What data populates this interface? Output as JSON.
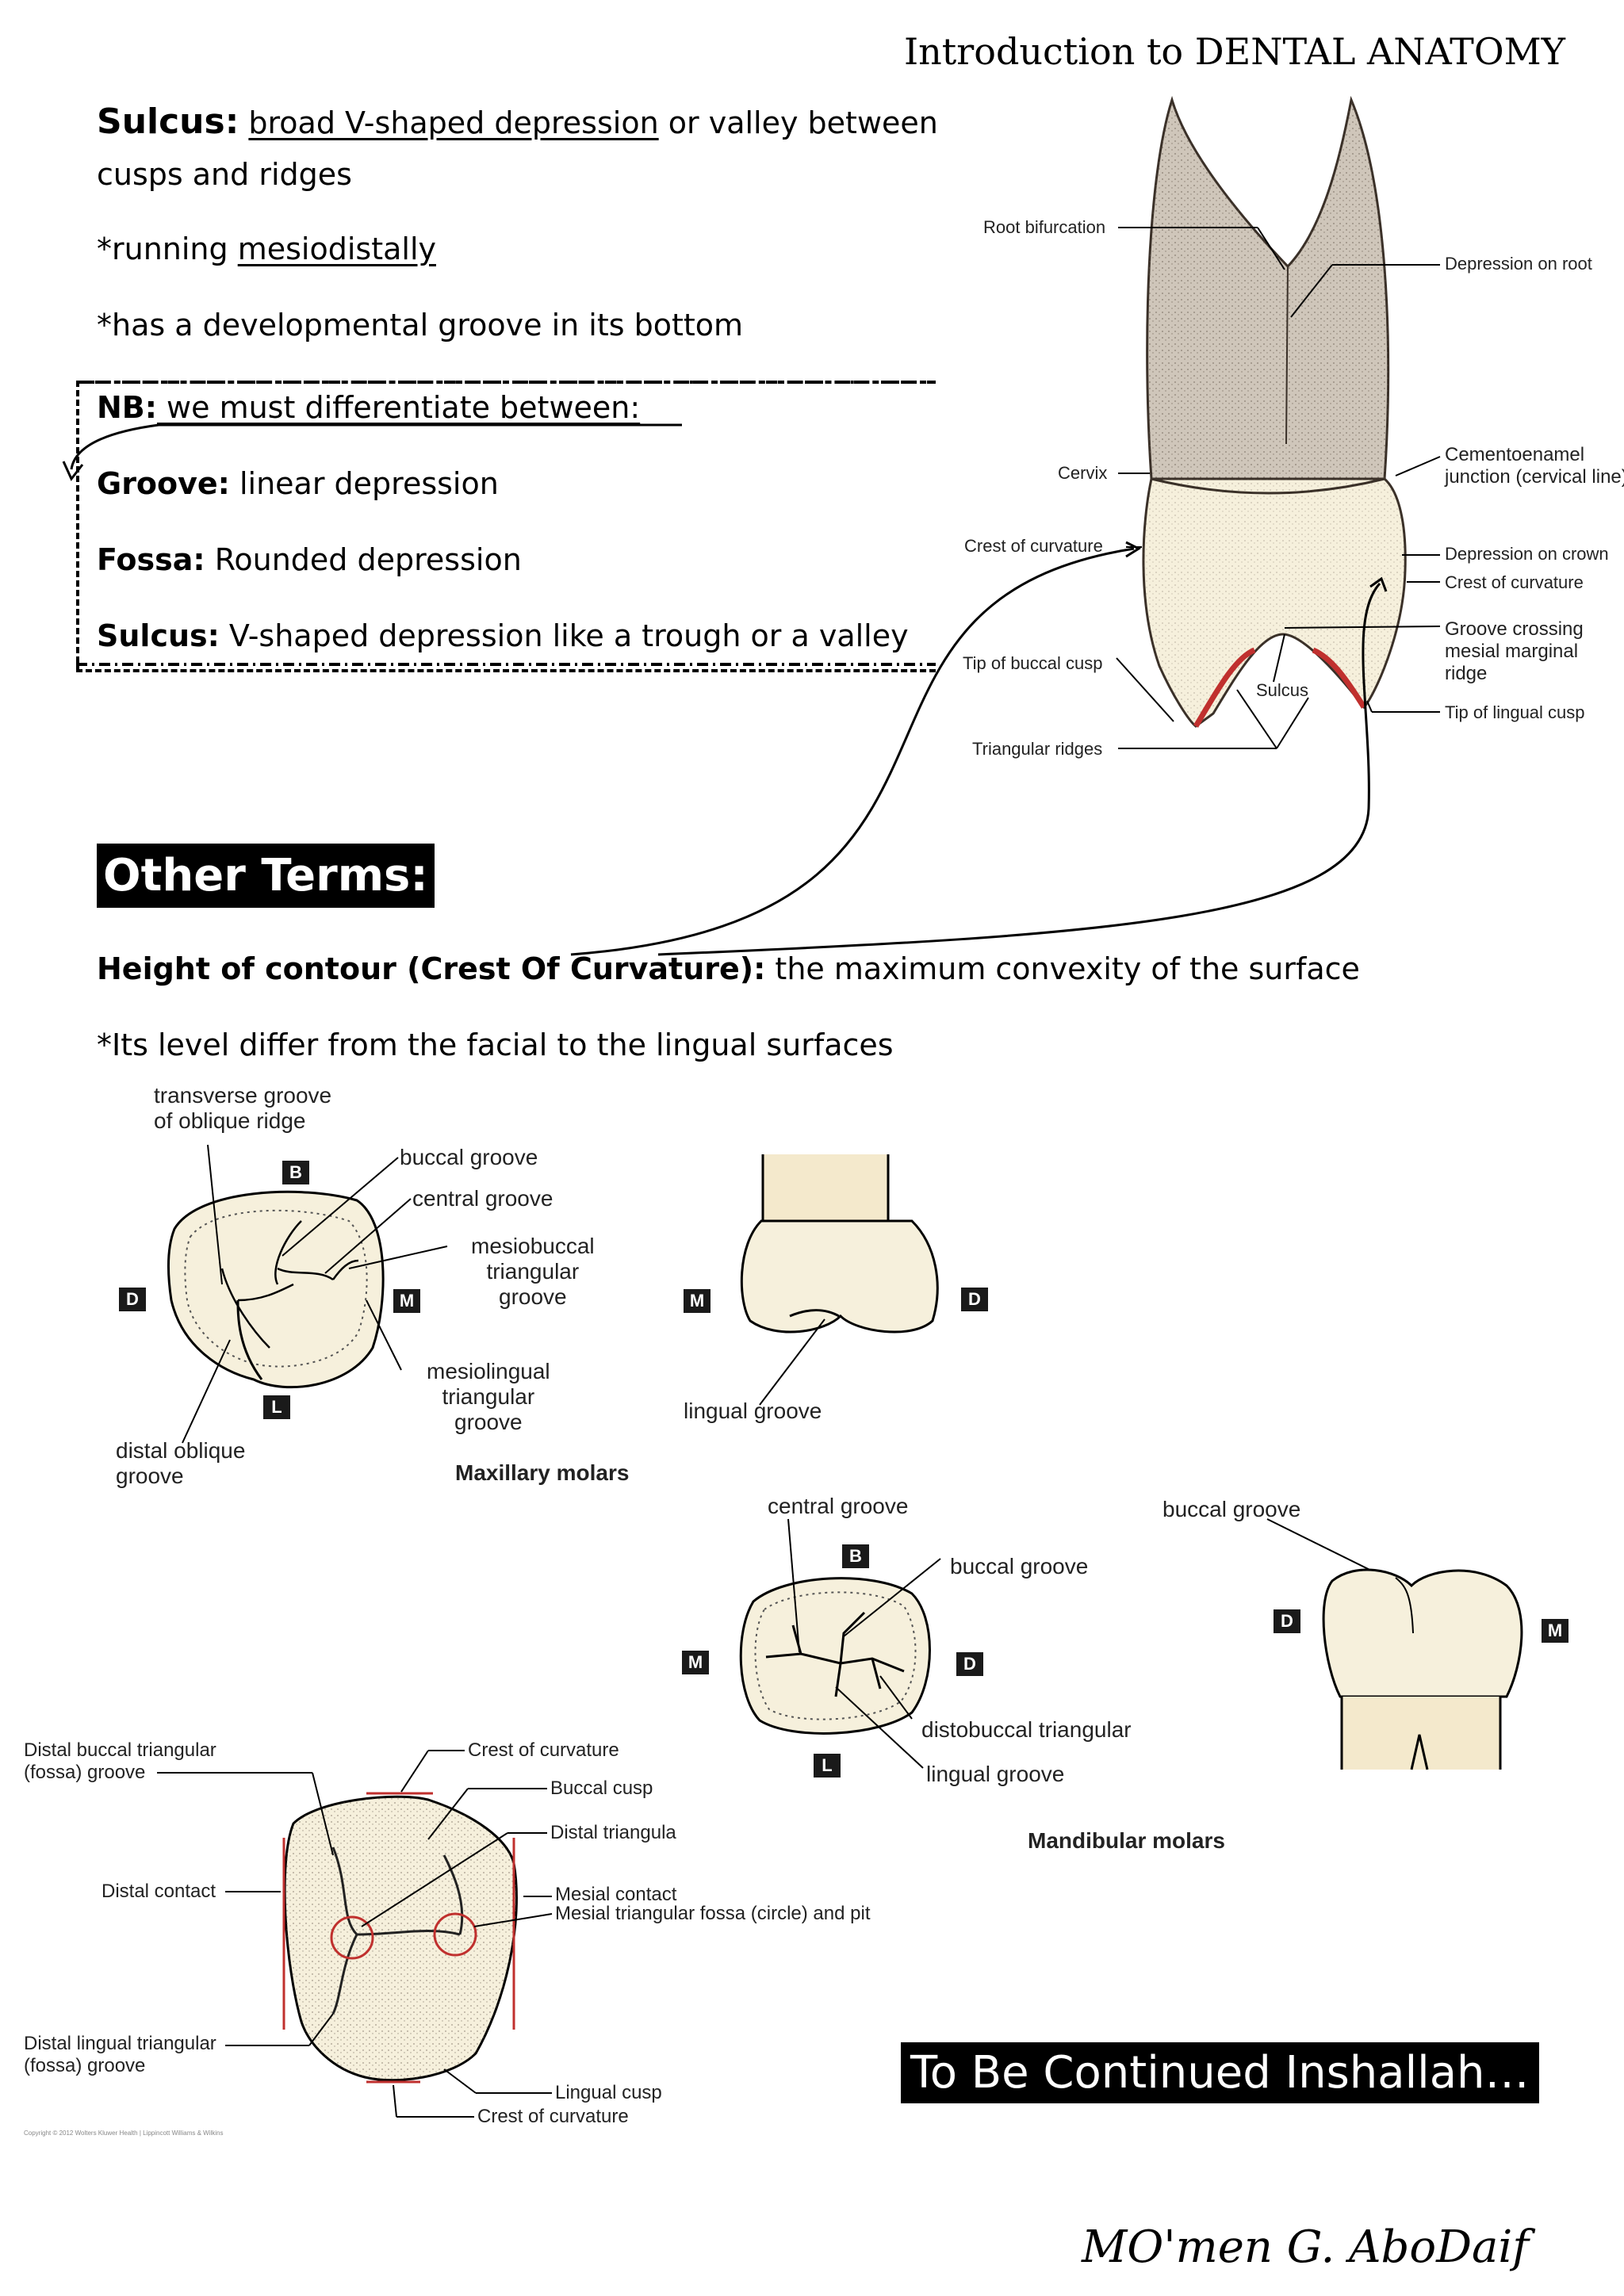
{
  "header": {
    "title": "Introduction to DENTAL ANATOMY"
  },
  "sulcus": {
    "term": "Sulcus:",
    "def_underlined": "broad V-shaped depression",
    "def_rest": " or valley between",
    "def_line2": "cusps and ridges",
    "note1_prefix": "*running ",
    "note1_underlined": "mesiodistally",
    "note2": "*has a developmental groove in its bottom"
  },
  "nb": {
    "label": "NB:",
    "text": " we must differentiate between:",
    "items": [
      {
        "term": "Groove:",
        "def": " linear depression"
      },
      {
        "term": "Fossa:",
        "def": " Rounded depression"
      },
      {
        "term": "Sulcus:",
        "def": " V-shaped depression like a trough or a valley"
      }
    ]
  },
  "other_terms": {
    "heading": "Other Terms:",
    "hoc_term": "Height of contour (Crest Of Curvature):",
    "hoc_def": " the maximum convexity of the surface",
    "hoc_note": "*Its level differ from the facial to the lingual surfaces"
  },
  "tooth_figure": {
    "labels": {
      "root_bifurcation": "Root bifurcation",
      "depression_on_root": "Depression on root",
      "cervix": "Cervix",
      "cej": "Cementoenamel\njunction (cervical line)",
      "crest_left": "Crest of curvature",
      "depression_crown": "Depression on crown",
      "crest_right": "Crest of curvature",
      "tip_buccal": "Tip of buccal cusp",
      "groove_crossing": "Groove crossing\nmesial marginal\nridge",
      "sulcus": "Sulcus",
      "tip_lingual": "Tip of lingual cusp",
      "triangular_ridges": "Triangular ridges"
    }
  },
  "maxillary_figure": {
    "caption": "Maxillary molars",
    "letters": {
      "b": "B",
      "d": "D",
      "m": "M",
      "l": "L",
      "m2": "M",
      "d2": "D"
    },
    "labels": {
      "transverse": "transverse groove\nof oblique ridge",
      "buccal_groove": "buccal groove",
      "central_groove": "central groove",
      "mesiobuccal": "mesiobuccal\ntriangular\ngroove",
      "mesiolingual": "mesiolingual\ntriangular\ngroove",
      "distal_oblique": "distal oblique\ngroove",
      "lingual_groove": "lingual groove"
    }
  },
  "mandibular_figure": {
    "caption": "Mandibular molars",
    "letters": {
      "b": "B",
      "m": "M",
      "d": "D",
      "l": "L",
      "d2": "D",
      "m2": "M"
    },
    "labels": {
      "central_groove": "central groove",
      "buccal_groove": "buccal groove",
      "distobuccal": "distobuccal triangular",
      "lingual_groove": "lingual groove",
      "buccal_groove2": "buccal groove"
    }
  },
  "occlusal_figure": {
    "labels": {
      "distal_buccal": "Distal buccal triangular\n(fossa) groove",
      "crest_top": "Crest of curvature",
      "buccal_cusp": "Buccal cusp",
      "distal_triangula": "Distal triangula",
      "distal_contact": "Distal contact",
      "mesial_contact": "Mesial contact",
      "mesial_fossa": "Mesial triangular fossa (circle) and pit",
      "distal_lingual": "Distal lingual triangular\n(fossa) groove",
      "lingual_cusp": "Lingual cusp",
      "crest_bottom": "Crest of curvature"
    },
    "copyright": "Copyright © 2012 Wolters Kluwer Health | Lippincott Williams & Wilkins"
  },
  "footer": {
    "continued": "To Be Continued Inshallah…",
    "author": "MO'men G. AboDaif"
  },
  "colors": {
    "crown": "#f6f0dc",
    "root": "#cfc6ba",
    "red": "#c0302e",
    "text": "#000000"
  }
}
